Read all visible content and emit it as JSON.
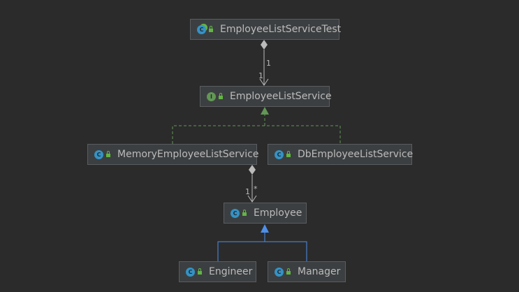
{
  "nodes": {
    "test": {
      "label": "EmployeeListServiceTest",
      "kind": "C"
    },
    "service": {
      "label": "EmployeeListService",
      "kind": "I"
    },
    "memory": {
      "label": "MemoryEmployeeListService",
      "kind": "C"
    },
    "db": {
      "label": "DbEmployeeListService",
      "kind": "C"
    },
    "employee": {
      "label": "Employee",
      "kind": "C"
    },
    "engineer": {
      "label": "Engineer",
      "kind": "C"
    },
    "manager": {
      "label": "Manager",
      "kind": "C"
    }
  },
  "multiplicities": {
    "test_side": "1",
    "service_side": "1",
    "memory_side": "1",
    "employee_side": "*"
  },
  "colors": {
    "background": "#2b2b2b",
    "node_fill": "#3c3f41",
    "edge": "#bbbbbb",
    "realization": "#629755",
    "inheritance": "#4e8fe8"
  }
}
